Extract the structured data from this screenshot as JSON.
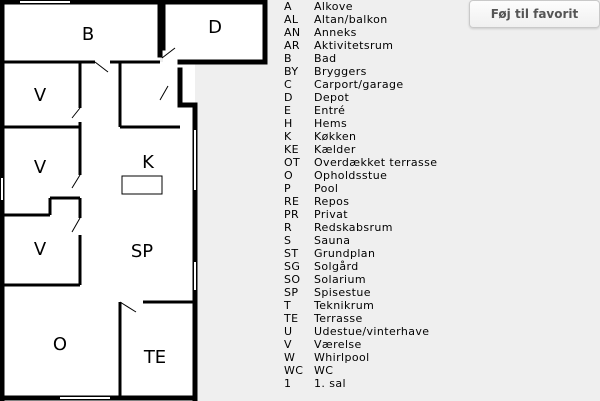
{
  "favorite_button": {
    "label": "Føj til favorit"
  },
  "plan_rooms": [
    {
      "label": "B"
    },
    {
      "label": "D"
    },
    {
      "label": "V"
    },
    {
      "label": "K"
    },
    {
      "label": "V"
    },
    {
      "label": "V"
    },
    {
      "label": "SP"
    },
    {
      "label": "O"
    },
    {
      "label": "TE"
    }
  ],
  "legend": [
    {
      "code": "A",
      "name": "Alkove"
    },
    {
      "code": "AL",
      "name": "Altan/balkon"
    },
    {
      "code": "AN",
      "name": "Anneks"
    },
    {
      "code": "AR",
      "name": "Aktivitetsrum"
    },
    {
      "code": "B",
      "name": "Bad"
    },
    {
      "code": "BY",
      "name": "Bryggers"
    },
    {
      "code": "C",
      "name": "Carport/garage"
    },
    {
      "code": "D",
      "name": "Depot"
    },
    {
      "code": "E",
      "name": "Entré"
    },
    {
      "code": "H",
      "name": "Hems"
    },
    {
      "code": "K",
      "name": "Køkken"
    },
    {
      "code": "KE",
      "name": "Kælder"
    },
    {
      "code": "OT",
      "name": "Overdækket terrasse"
    },
    {
      "code": "O",
      "name": "Opholdsstue"
    },
    {
      "code": "P",
      "name": "Pool"
    },
    {
      "code": "RE",
      "name": "Repos"
    },
    {
      "code": "PR",
      "name": "Privat"
    },
    {
      "code": "R",
      "name": "Redskabsrum"
    },
    {
      "code": "S",
      "name": "Sauna"
    },
    {
      "code": "ST",
      "name": "Grundplan"
    },
    {
      "code": "SG",
      "name": "Solgård"
    },
    {
      "code": "SO",
      "name": "Solarium"
    },
    {
      "code": "SP",
      "name": "Spisestue"
    },
    {
      "code": "T",
      "name": "Teknikrum"
    },
    {
      "code": "TE",
      "name": "Terrasse"
    },
    {
      "code": "U",
      "name": "Udestue/vinterhave"
    },
    {
      "code": "V",
      "name": "Værelse"
    },
    {
      "code": "W",
      "name": "Whirlpool"
    },
    {
      "code": "WC",
      "name": "WC"
    },
    {
      "code": "1",
      "name": "1. sal"
    }
  ]
}
